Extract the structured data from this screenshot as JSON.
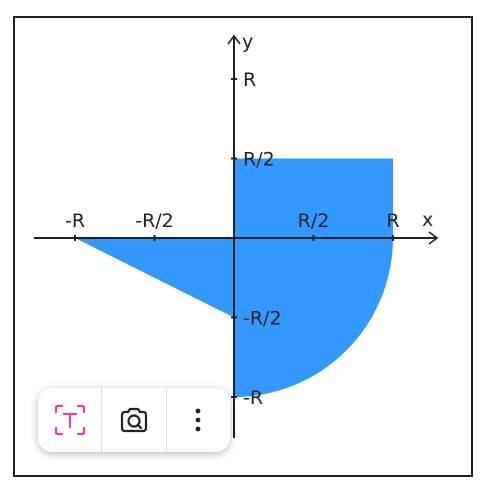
{
  "diagram": {
    "shape_color": "#3399ff",
    "axis_color": "#222222",
    "axes": {
      "x_name": "x",
      "y_name": "y"
    },
    "x_ticks": [
      {
        "value": -1,
        "label": "-R"
      },
      {
        "value": -0.5,
        "label": "-R/2"
      },
      {
        "value": 0.5,
        "label": "R/2"
      },
      {
        "value": 1,
        "label": "R"
      }
    ],
    "y_ticks": [
      {
        "value": 1,
        "label": "R"
      },
      {
        "value": 0.5,
        "label": "R/2"
      },
      {
        "value": -0.5,
        "label": "-R/2"
      },
      {
        "value": -1,
        "label": "-R"
      }
    ],
    "regions": [
      {
        "shape": "rectangle",
        "quadrant": "I",
        "x_range": [
          0,
          1
        ],
        "y_range": [
          0,
          0.5
        ]
      },
      {
        "shape": "triangle",
        "quadrant": "III",
        "vertices": [
          [
            0,
            0
          ],
          [
            -1,
            0
          ],
          [
            0,
            -0.5
          ]
        ]
      },
      {
        "shape": "quarter-circle",
        "quadrant": "IV",
        "radius": 1
      }
    ]
  },
  "toolbar": {
    "buttons": [
      {
        "name": "text-select",
        "icon": "text-select-icon",
        "color": "#e040a0"
      },
      {
        "name": "screenshot",
        "icon": "camera-icon",
        "color": "#222222"
      },
      {
        "name": "more",
        "icon": "more-vertical-icon",
        "color": "#222222"
      }
    ]
  }
}
